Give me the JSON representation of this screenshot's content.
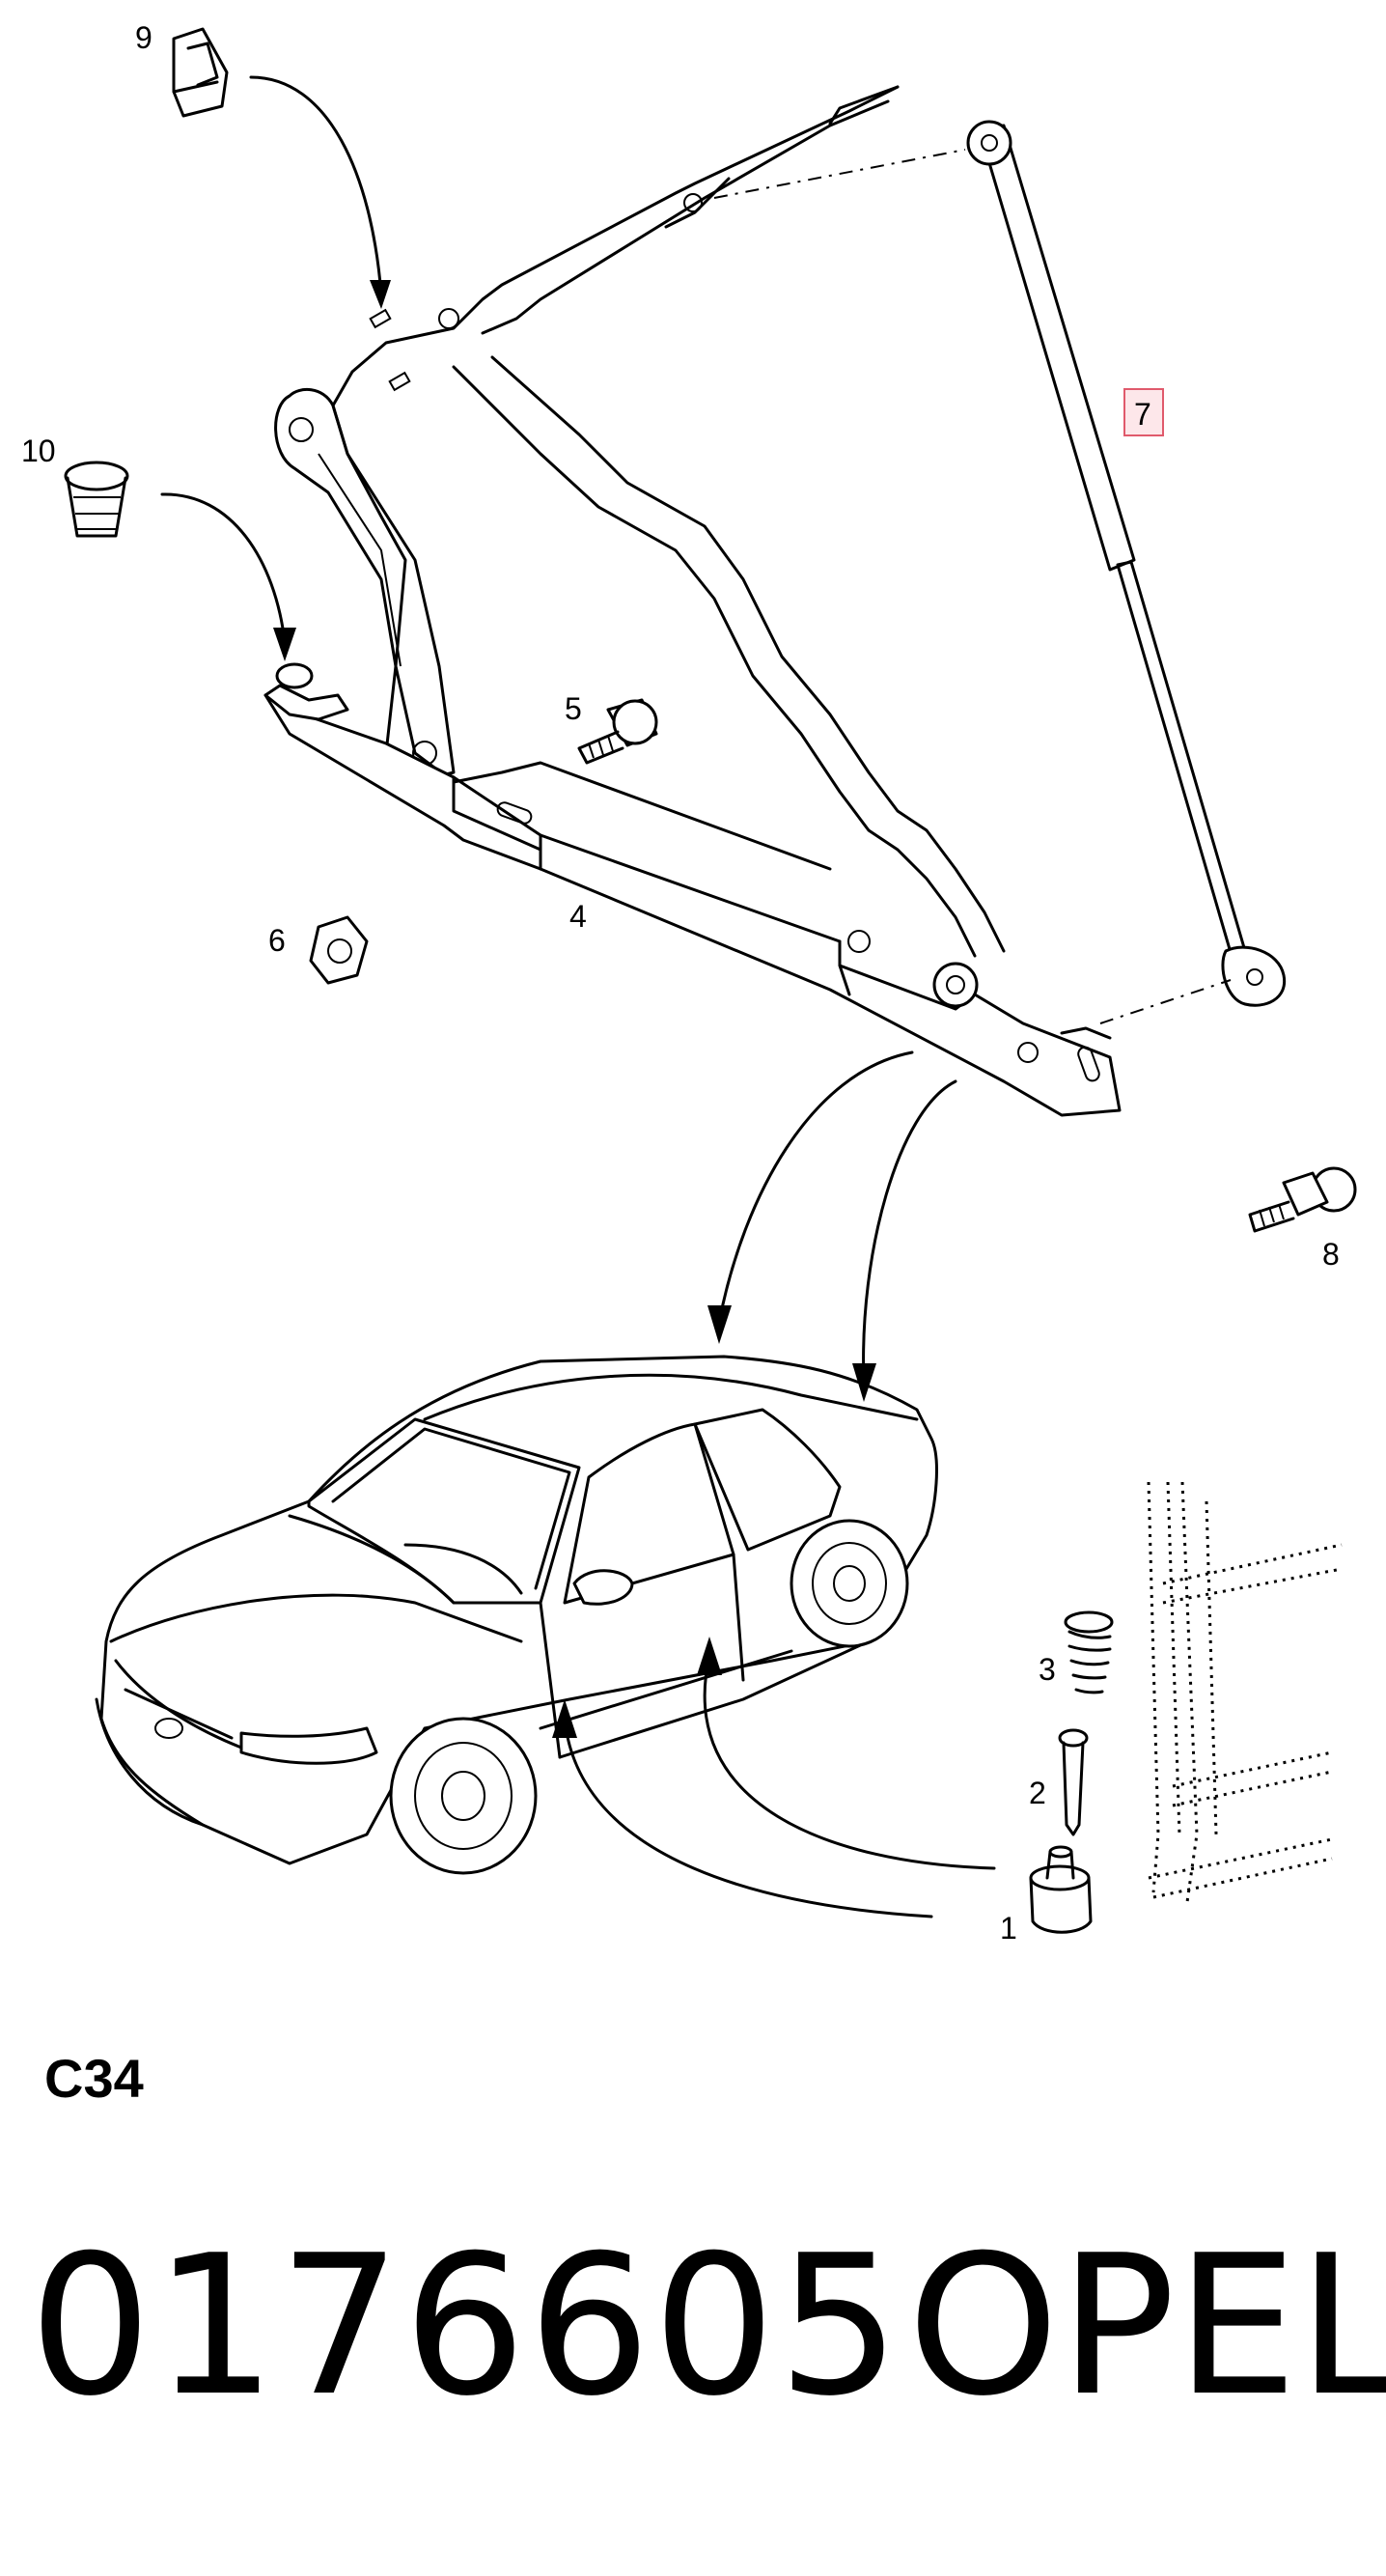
{
  "callouts": {
    "c1": "1",
    "c2": "2",
    "c3": "3",
    "c4": "4",
    "c5": "5",
    "c6": "6",
    "c7": "7",
    "c8": "8",
    "c9": "9",
    "c10": "10"
  },
  "figure_code": "C34",
  "part_number": "0176605",
  "brand": "OPEL"
}
